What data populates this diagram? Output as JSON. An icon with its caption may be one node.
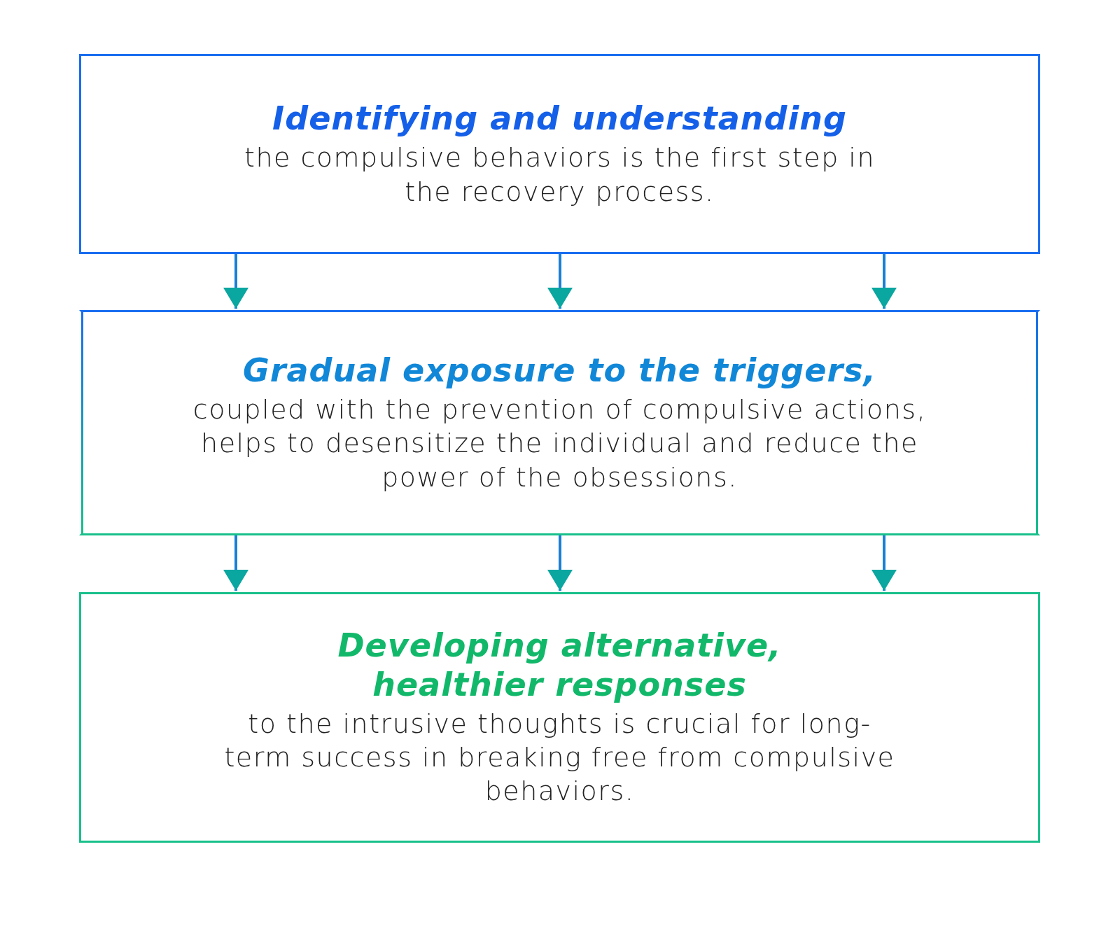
{
  "diagram": {
    "nodes": [
      {
        "text": [
          "Identifying and understanding",
          "the compulsive behaviors is the first step in the recovery process."
        ]
      },
      {
        "text": [
          "Gradual exposure to the triggers,",
          "coupled with the prevention of compulsive actions, helps to desensitize the individual and reduce the power of the obsessions."
        ]
      },
      {
        "text": [
          "Developing alternative, healthier responses",
          "to the intrusive thoughts is crucial for long-term success in breaking free from compulsive behaviors."
        ]
      }
    ],
    "edges": [
      {
        "from": 0,
        "to": 1,
        "arrow": "to"
      },
      {
        "from": 0,
        "to": 1,
        "arrow": "to"
      },
      {
        "from": 0,
        "to": 1,
        "arrow": "to"
      },
      {
        "from": 1,
        "to": 2,
        "arrow": "to"
      },
      {
        "from": 1,
        "to": 2,
        "arrow": "to"
      },
      {
        "from": 1,
        "to": 2,
        "arrow": "to"
      }
    ]
  }
}
